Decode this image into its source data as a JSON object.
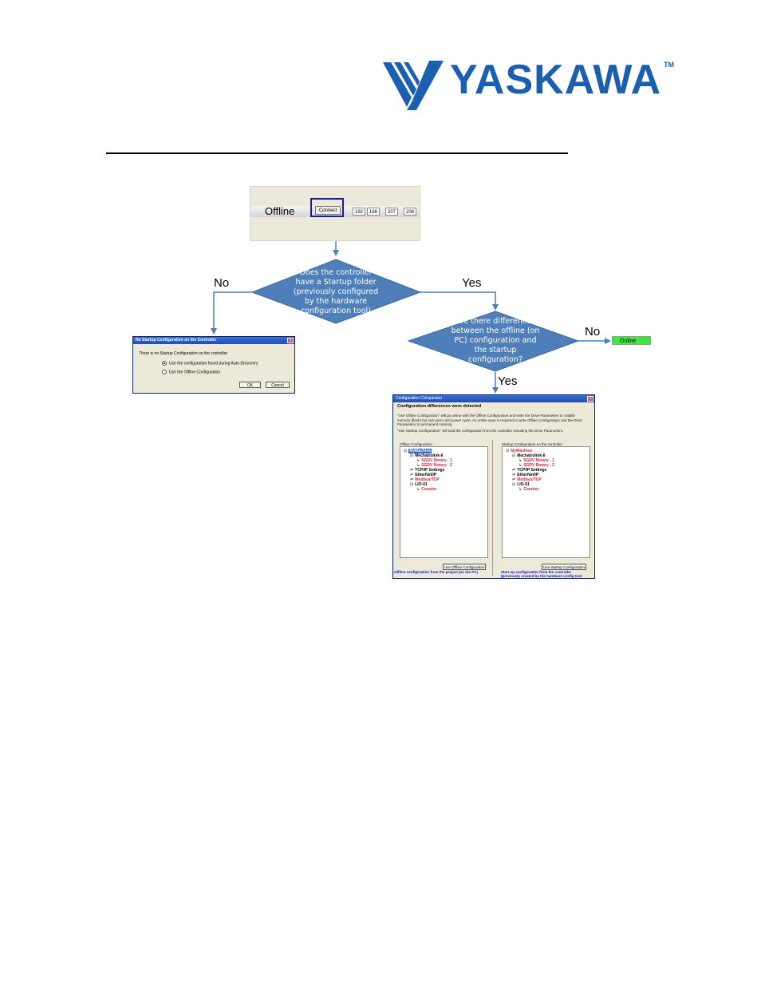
{
  "logo": {
    "brand": "YASKAWA",
    "tm": "TM"
  },
  "toolbar": {
    "status": "Offline",
    "connect_label": "Connect",
    "ip": [
      "192",
      "168",
      "207",
      "208"
    ]
  },
  "decision1": {
    "lines": [
      "Does the controller",
      "have a Startup folder",
      "(previously configured",
      "by the hardware",
      "configuration tool)"
    ],
    "no_label": "No",
    "yes_label": "Yes"
  },
  "decision2": {
    "lines": [
      "Are there differences",
      "between the offline (on",
      "PC) configuration and",
      "the startup",
      "configuration?"
    ],
    "no_label": "No",
    "yes_label": "Yes"
  },
  "online_label": "Online",
  "no_startup_dialog": {
    "title": "No Startup Configuration on the Controller",
    "message": "There is no Startup Configuration on the controller.",
    "option1": "Use the configuration found during Auto-Discovery",
    "option2": "Use the Offline Configuration",
    "ok": "OK",
    "cancel": "Cancel"
  },
  "compare_dialog": {
    "title": "Configuration Comparison",
    "heading": "Configuration differences were detected",
    "para1": "\"Use Offline Configuration\" will go online with the Offline Configuration and write the Drive Parameters to volatile memory (flash) but lost upon next power cycle. An online save is required to write Offline Configuration and the Drive Parameters to permanent memory.",
    "para2": "\"Use Startup Configuration\" will load the configuration from the controller including the Drive Parameters.",
    "left_label": "Offline Configuration",
    "right_label": "Startup Configuration on the controller",
    "left_tree": [
      {
        "text": "MyMachine",
        "glyph": "⊟",
        "indent": 0,
        "color": "#ffffff",
        "bg": "#3160c8"
      },
      {
        "text": "Mechatrolink-II",
        "glyph": "⊟",
        "indent": 1,
        "color": "#000000",
        "bg": ""
      },
      {
        "text": "SGDV Rotary - 1",
        "glyph": "↳",
        "indent": 2,
        "color": "#e0203a",
        "bg": ""
      },
      {
        "text": "SGDV Rotary - 2",
        "glyph": "↳",
        "indent": 2,
        "color": "#e0203a",
        "bg": ""
      },
      {
        "text": "TCP/IP Settings",
        "glyph": "⇌",
        "indent": 1,
        "color": "#000000",
        "bg": ""
      },
      {
        "text": "EtherNet/IP",
        "glyph": "⇌",
        "indent": 1,
        "color": "#000000",
        "bg": ""
      },
      {
        "text": "Modbus/TCP",
        "glyph": "⇌",
        "indent": 1,
        "color": "#e0203a",
        "bg": ""
      },
      {
        "text": "LIO-01",
        "glyph": "⊟",
        "indent": 1,
        "color": "#000000",
        "bg": ""
      },
      {
        "text": "Counter",
        "glyph": "↳",
        "indent": 2,
        "color": "#e0203a",
        "bg": ""
      }
    ],
    "right_tree": [
      {
        "text": "MyMachine",
        "glyph": "⊟",
        "indent": 0,
        "color": "#e0203a",
        "bg": ""
      },
      {
        "text": "Mechatrolink-II",
        "glyph": "⊟",
        "indent": 1,
        "color": "#000000",
        "bg": ""
      },
      {
        "text": "SGDV Rotary - 1",
        "glyph": "↳",
        "indent": 2,
        "color": "#e0203a",
        "bg": ""
      },
      {
        "text": "SGDV Rotary - 2",
        "glyph": "↳",
        "indent": 2,
        "color": "#e0203a",
        "bg": ""
      },
      {
        "text": "TCP/IP Settings",
        "glyph": "⇌",
        "indent": 1,
        "color": "#000000",
        "bg": ""
      },
      {
        "text": "EtherNet/IP",
        "glyph": "⇌",
        "indent": 1,
        "color": "#000000",
        "bg": ""
      },
      {
        "text": "Modbus/TCP",
        "glyph": "⇌",
        "indent": 1,
        "color": "#e0203a",
        "bg": ""
      },
      {
        "text": "LIO-01",
        "glyph": "⊟",
        "indent": 1,
        "color": "#000000",
        "bg": ""
      },
      {
        "text": "Counter",
        "glyph": "↳",
        "indent": 2,
        "color": "#e0203a",
        "bg": ""
      }
    ],
    "left_button": "Use Offline Configuration",
    "right_button": "Use Startup Configuration",
    "left_footer": "Offline configuration from the project (on the PC)",
    "right_footer_1": "Start up configuration from the controller",
    "right_footer_2": "(previously created by the hardware config tool"
  },
  "colors": {
    "brand": "#1b5fb0",
    "diamond": "#4f7fb8",
    "arrow": "#4a7fc0",
    "online": "#3ce83c"
  }
}
